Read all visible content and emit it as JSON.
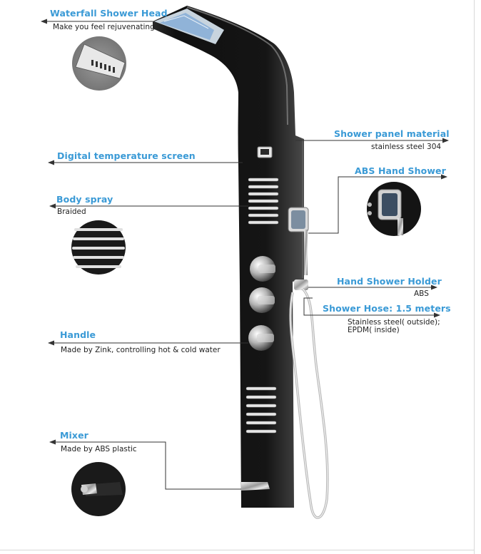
{
  "labels": {
    "waterfall": {
      "title": "Waterfall Shower Head",
      "sub": "Make you feel rejuvenating"
    },
    "panel_material": {
      "title": "Shower panel material",
      "sub": "stainless steel 304"
    },
    "digital_screen": {
      "title": "Digital temperature screen"
    },
    "abs_hand_shower": {
      "title": "ABS Hand Shower"
    },
    "body_spray": {
      "title": "Body spray",
      "sub": "Braided"
    },
    "hand_holder": {
      "title": "Hand Shower Holder",
      "sub": "ABS"
    },
    "hose": {
      "title": "Shower Hose: 1.5 meters",
      "sub1": "Stainless steel( outside);",
      "sub2": "EPDM( inside)"
    },
    "handle": {
      "title": "Handle",
      "sub": "Made by Zink, controlling hot & cold water"
    },
    "mixer": {
      "title": "Mixer",
      "sub": "Made by ABS plastic"
    }
  },
  "colors": {
    "accent": "#3a9ad6",
    "panel": "#141414",
    "arrow": "#333333"
  }
}
